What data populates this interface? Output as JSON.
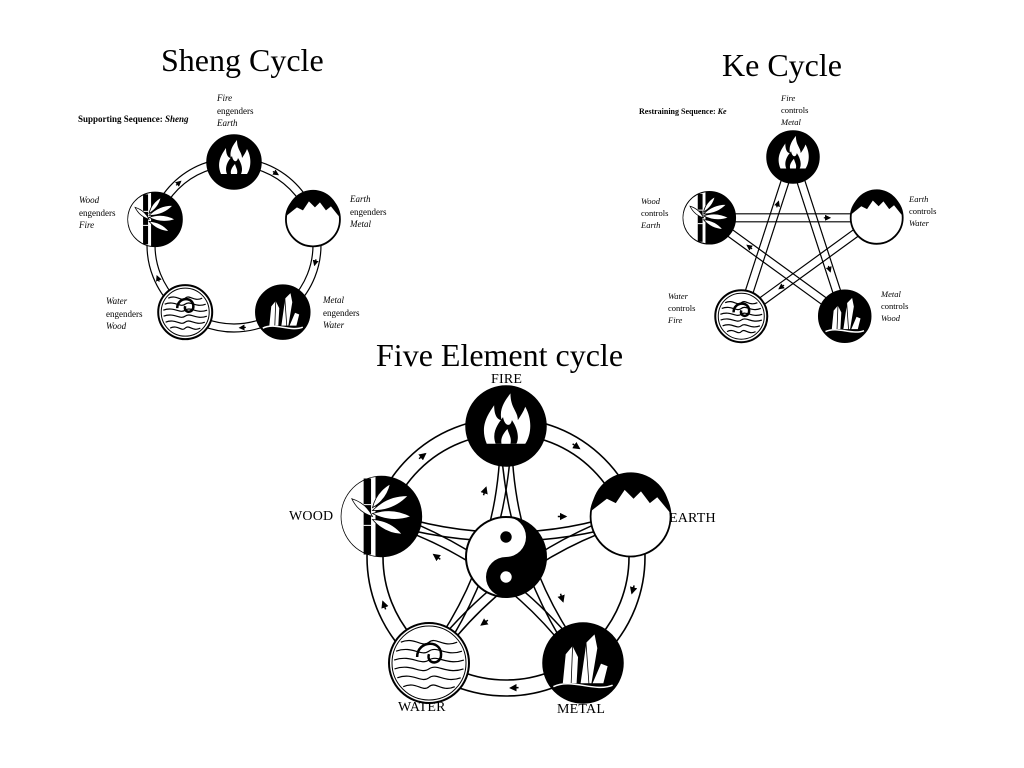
{
  "titles": {
    "sheng": "Sheng Cycle",
    "ke": "Ke Cycle",
    "five": "Five Element cycle"
  },
  "sheng": {
    "sequence_label": "Supporting Sequence: ",
    "sequence_name": "Sheng",
    "captions": [
      {
        "a": "Fire",
        "b": "engenders",
        "c": "Earth"
      },
      {
        "a": "Earth",
        "b": "engenders",
        "c": "Metal"
      },
      {
        "a": "Metal",
        "b": "engenders",
        "c": "Water"
      },
      {
        "a": "Water",
        "b": "engenders",
        "c": "Wood"
      },
      {
        "a": "Wood",
        "b": "engenders",
        "c": "Fire"
      }
    ]
  },
  "ke": {
    "sequence_label": "Restraining Sequence: ",
    "sequence_name": "Ke",
    "captions": [
      {
        "a": "Fire",
        "b": "controls",
        "c": "Metal"
      },
      {
        "a": "Earth",
        "b": "controls",
        "c": "Water"
      },
      {
        "a": "Metal",
        "b": "controls",
        "c": "Wood"
      },
      {
        "a": "Water",
        "b": "controls",
        "c": "Fire"
      },
      {
        "a": "Wood",
        "b": "controls",
        "c": "Earth"
      }
    ]
  },
  "five": {
    "labels": {
      "fire": "FIRE",
      "earth": "EARTH",
      "metal": "METAL",
      "water": "WATER",
      "wood": "WOOD"
    }
  },
  "icons": {
    "fire": "flame-icon",
    "earth": "mountain-icon",
    "metal": "crystal-icon",
    "water": "wave-icon",
    "wood": "bamboo-icon",
    "center": "yin-yang-icon"
  }
}
